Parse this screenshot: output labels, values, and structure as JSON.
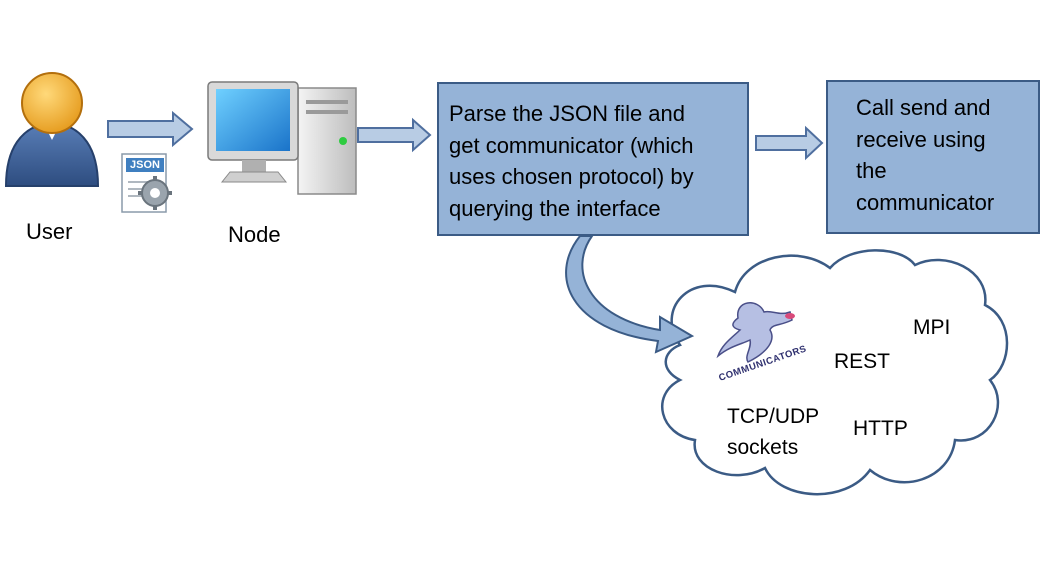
{
  "user": {
    "label": "User",
    "doc_icon_text": "JSON"
  },
  "node": {
    "label": "Node"
  },
  "parse_box": {
    "text": "Parse the JSON file and\nget communicator (which\nuses chosen protocol) by\nquerying the interface"
  },
  "call_box": {
    "text": "Call send and\nreceive using\nthe\ncommunicator"
  },
  "cloud": {
    "logo_text": "COMMUNICATORS",
    "protocols": {
      "mpi": "MPI",
      "rest": "REST",
      "http": "HTTP",
      "tcp": "TCP/UDP\nsockets"
    }
  },
  "colors": {
    "box_fill": "#95b3d7",
    "box_border": "#3b5b85",
    "arrow_fill": "#b8cce4",
    "cloud_border": "#3b5b85"
  }
}
